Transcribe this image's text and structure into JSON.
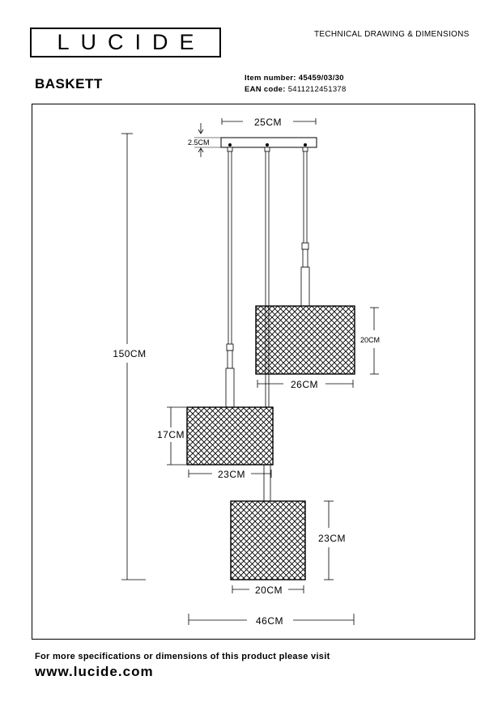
{
  "header": {
    "logo_text": "LUCIDE",
    "doc_type": "TECHNICAL DRAWING & DIMENSIONS",
    "product_name": "BASKETT",
    "item_number_label": "Item number:",
    "item_number_value": "45459/03/30",
    "ean_label": "EAN code:",
    "ean_value": "5411212451378"
  },
  "dimensions": {
    "canopy_width": "25CM",
    "canopy_height": "2.5CM",
    "total_height": "150CM",
    "shade_upper_height": "20CM",
    "shade_upper_width": "26CM",
    "shade_middle_height": "17CM",
    "shade_middle_width": "23CM",
    "shade_lower_height": "23CM",
    "shade_lower_width": "20CM",
    "total_width": "46CM"
  },
  "footer": {
    "note": "For more specifications or dimensions of this product please visit",
    "url": "www.lucide.com"
  }
}
